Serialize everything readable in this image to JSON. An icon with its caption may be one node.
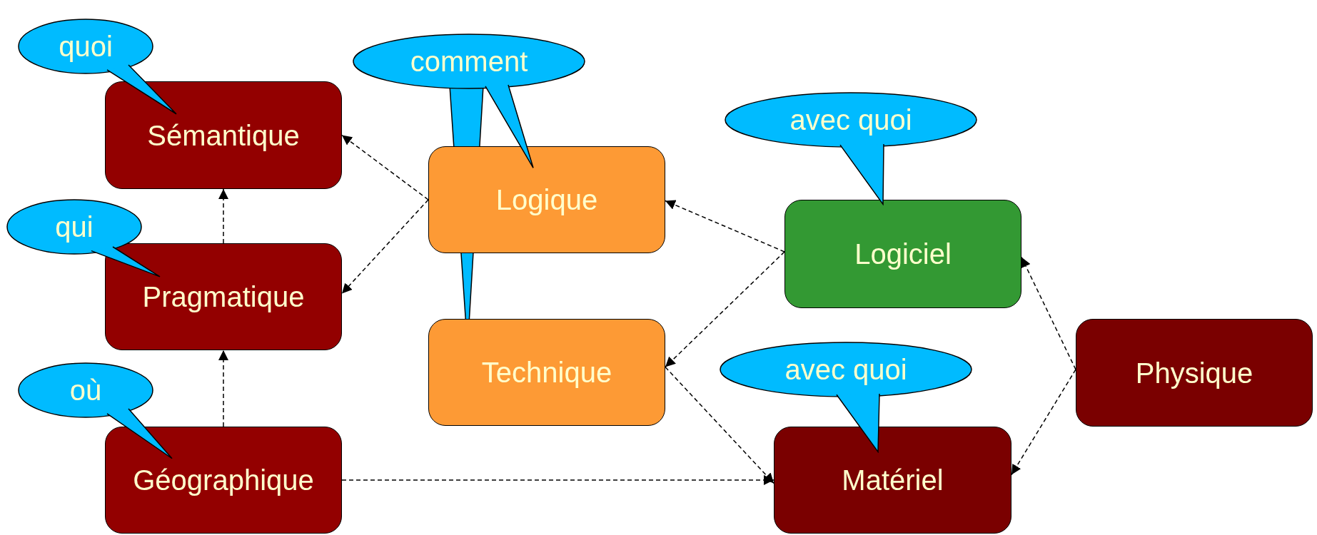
{
  "diagram": {
    "nodes": [
      {
        "text": [
          "Sémantique"
        ]
      },
      {
        "text": [
          "Pragmatique"
        ]
      },
      {
        "text": [
          "Géographique"
        ]
      },
      {
        "text": [
          "Logique"
        ]
      },
      {
        "text": [
          "Technique"
        ]
      },
      {
        "text": [
          "Logiciel"
        ]
      },
      {
        "text": [
          "Matériel"
        ]
      },
      {
        "text": [
          "Physique"
        ]
      },
      {
        "text": [
          "quoi"
        ]
      },
      {
        "text": [
          "qui"
        ]
      },
      {
        "text": [
          "où"
        ]
      },
      {
        "text": [
          "comment"
        ]
      },
      {
        "text": [
          "avec quoi"
        ]
      },
      {
        "text": [
          "avec quoi"
        ]
      }
    ],
    "edges": [
      {
        "from": 3,
        "to": 0,
        "arrow": "to",
        "style": "dashed"
      },
      {
        "from": 3,
        "to": 1,
        "arrow": "to",
        "style": "dashed"
      },
      {
        "from": 1,
        "to": 0,
        "arrow": "to",
        "style": "dashed"
      },
      {
        "from": 2,
        "to": 1,
        "arrow": "to",
        "style": "dashed"
      },
      {
        "from": 2,
        "to": 6,
        "arrow": "to",
        "style": "dashed"
      },
      {
        "from": 5,
        "to": 3,
        "arrow": "to",
        "style": "dashed"
      },
      {
        "from": 5,
        "to": 4,
        "arrow": "to",
        "style": "dashed"
      },
      {
        "from": 4,
        "to": 6,
        "arrow": "to",
        "style": "dashed"
      },
      {
        "from": 7,
        "to": 5,
        "arrow": "to",
        "style": "dashed"
      },
      {
        "from": 7,
        "to": 6,
        "arrow": "to",
        "style": "dashed"
      }
    ]
  }
}
